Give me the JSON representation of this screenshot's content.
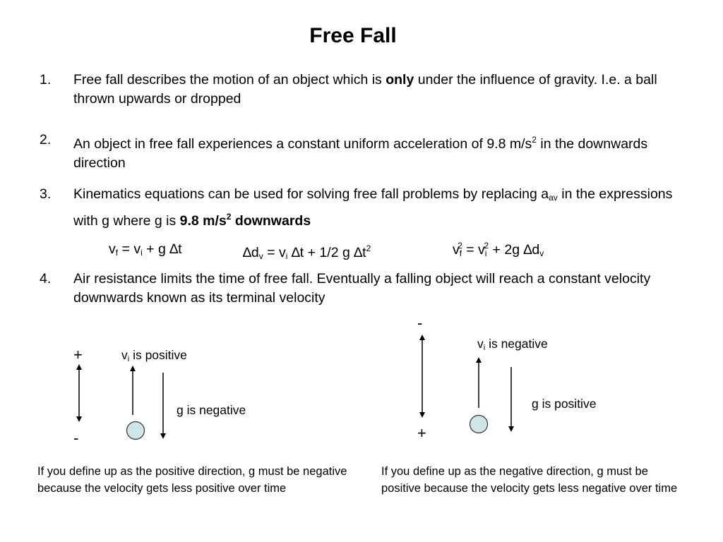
{
  "title": "Free Fall",
  "items": [
    {
      "num": "1.",
      "pre": "Free fall describes the motion of an object which is ",
      "bold": "only",
      "post": " under the influence of gravity.  I.e. a ball thrown upwards or dropped"
    },
    {
      "num": "2.",
      "pre": "An object in free fall experiences a constant uniform acceleration of 9.8 m/s",
      "sup": "2",
      "post": " in the downwards direction"
    },
    {
      "num": "3.",
      "pre": "Kinematics equations can be used for solving free fall problems by replacing a",
      "sub": "av",
      "mid": " in the expressions with g where g is ",
      "bold": "9.8 m/s",
      "bold_sup": "2",
      "bold_post": " downwards"
    },
    {
      "num": "4.",
      "text": "Air resistance limits the time of free fall.  Eventually a falling object will reach a constant velocity downwards known as its terminal velocity"
    }
  ],
  "equations": {
    "eq1": {
      "a": "v",
      "a_sub": "f",
      "b": " = v",
      "b_sub": "i",
      "c": " + g ∆t"
    },
    "eq2": {
      "a": "∆d",
      "a_sub": "v",
      "b": " = v",
      "b_sub": "i",
      "c": " ∆t + 1/2 g ∆t",
      "c_sup": "2"
    },
    "eq3": {
      "a": "v",
      "a_sub": "f",
      "a_sup": "2",
      "b": " = v",
      "b_sub": "i",
      "b_sup": "2",
      "c": " + 2g ∆d",
      "c_sub": "v"
    }
  },
  "left_diagram": {
    "top_sign": "+",
    "bottom_sign": "-",
    "vi_pre": "v",
    "vi_sub": "i",
    "vi_post": " is positive",
    "g_label": "g is negative",
    "caption": "If you define up as the positive direction, g must be negative because the velocity gets less positive over time"
  },
  "right_diagram": {
    "top_sign": "-",
    "bottom_sign": "+",
    "vi_pre": "v",
    "vi_sub": "i",
    "vi_post": " is negative",
    "g_label": "g is positive",
    "caption": "If you define up as the negative direction, g must be positive because the velocity gets less negative over time"
  },
  "colors": {
    "ball_fill": "#cfe6e9",
    "ball_stroke": "#333333"
  }
}
